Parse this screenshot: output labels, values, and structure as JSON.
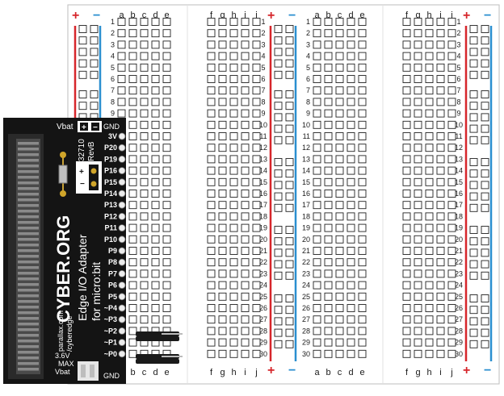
{
  "breadboard": {
    "rows": 30,
    "columns_left": [
      "a",
      "b",
      "c",
      "d",
      "e"
    ],
    "columns_right": [
      "f",
      "g",
      "h",
      "i",
      "j"
    ],
    "plus_sign": "+",
    "minus_sign": "−",
    "row_numbers": [
      "1",
      "2",
      "3",
      "4",
      "5",
      "6",
      "7",
      "8",
      "9",
      "10",
      "11",
      "12",
      "13",
      "14",
      "15",
      "16",
      "17",
      "18",
      "19",
      "20",
      "21",
      "22",
      "23",
      "24",
      "25",
      "26",
      "27",
      "28",
      "29",
      "30"
    ]
  },
  "adapter": {
    "brand": "CYBER.ORG",
    "title": "Edge I/O Adapter",
    "subtitle": "for micro:bit",
    "site_line1": "parallax.com",
    "site_line2": "/cyberedge",
    "part_number": "32710",
    "revision": "RevB",
    "vbat_top": "Vbat",
    "gnd_top": "GND",
    "gnd_bottom": "GND",
    "voltage_line1": "3.6V",
    "voltage_line2": "MAX",
    "voltage_line3": "Vbat",
    "jumper_plus": "+",
    "jumper_minus": "−",
    "pins": [
      "3V",
      "P20",
      "P19",
      "P16",
      "P15",
      "P14",
      "P13",
      "P12",
      "P11",
      "P10",
      "P9",
      "P8",
      "P7",
      "P6",
      "P5",
      "~P4",
      "~P3",
      "~P2",
      "~P1",
      "~P0"
    ]
  },
  "colors": {
    "positive_rail": "#d6262b",
    "negative_rail": "#2a8fd0",
    "hole_stroke": "#222222",
    "adapter_board": "#141414"
  }
}
